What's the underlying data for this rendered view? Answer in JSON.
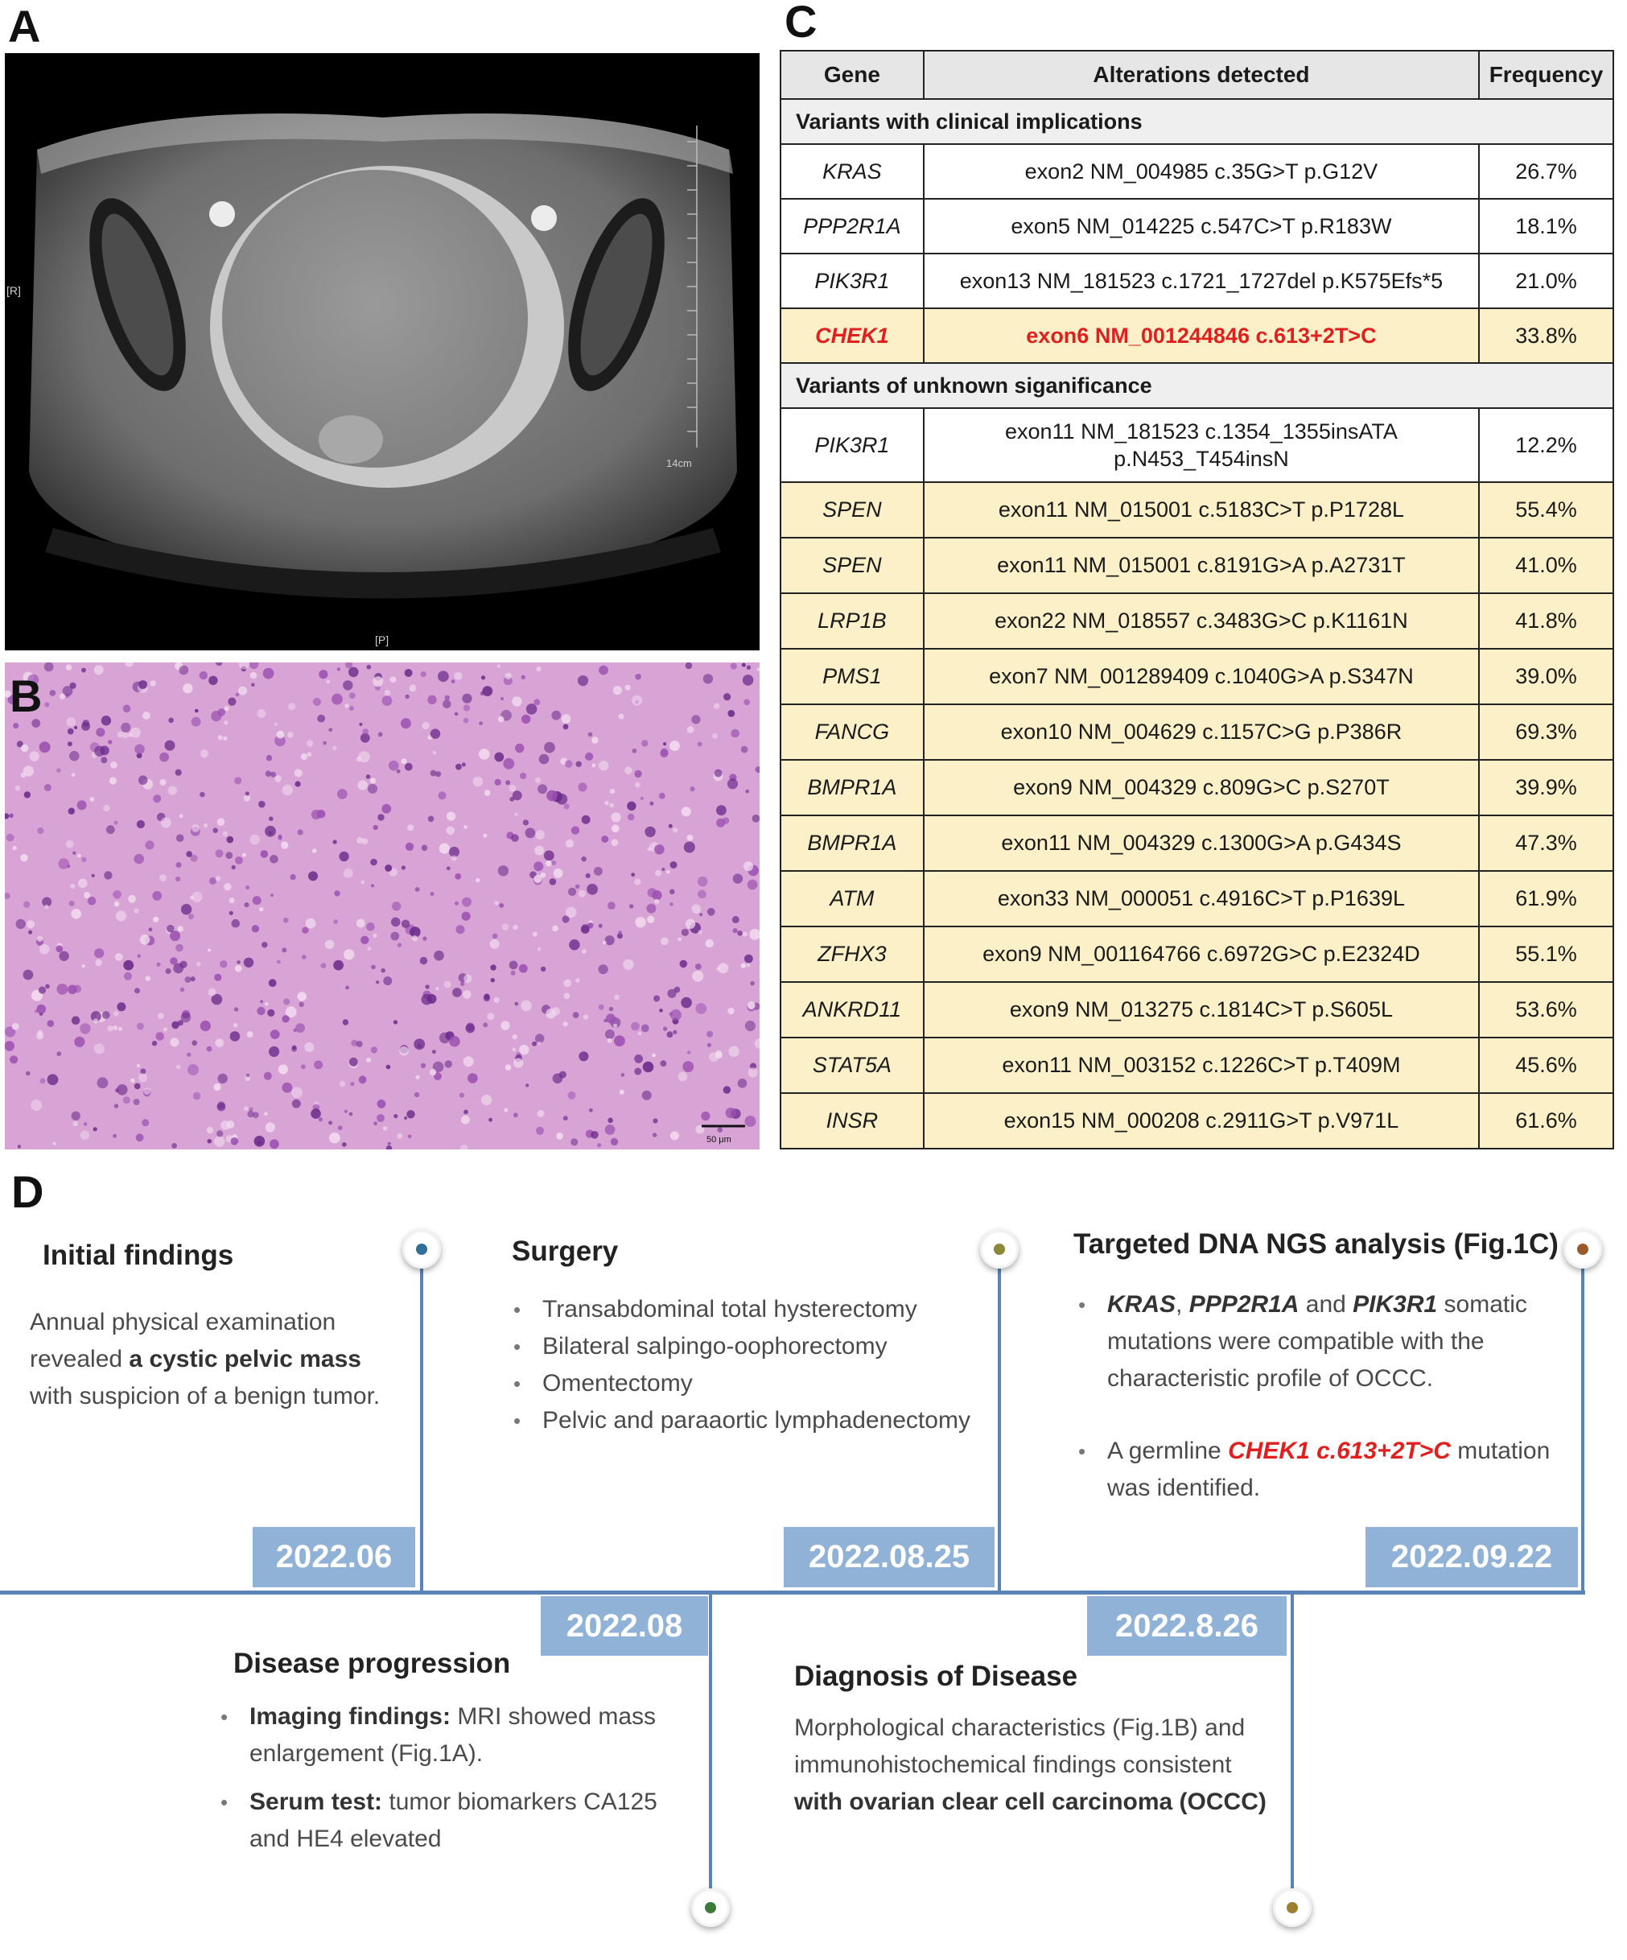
{
  "panels": {
    "a": "A",
    "b": "B",
    "c": "C",
    "d": "D"
  },
  "mri": {
    "left_marker": "[R]",
    "bottom_marker": "[P]",
    "scale_label": "14cm"
  },
  "histology": {
    "scale_label": "50 μm"
  },
  "table": {
    "headers": {
      "gene": "Gene",
      "alterations": "Alterations detected",
      "frequency": "Frequency"
    },
    "section1": "Variants with clinical implications",
    "section2": "Variants of unknown siganificance",
    "rows_clinical": [
      {
        "gene": "KRAS",
        "alt": "exon2 NM_004985 c.35G>T p.G12V",
        "freq": "26.7%"
      },
      {
        "gene": "PPP2R1A",
        "alt": "exon5 NM_014225 c.547C>T p.R183W",
        "freq": "18.1%"
      },
      {
        "gene": "PIK3R1",
        "alt": "exon13 NM_181523 c.1721_1727del p.K575Efs*5",
        "freq": "21.0%"
      },
      {
        "gene": "CHEK1",
        "alt": "exon6 NM_001244846 c.613+2T>C",
        "freq": "33.8%"
      }
    ],
    "rows_unknown": [
      {
        "gene": "PIK3R1",
        "alt_line1": "exon11 NM_181523 c.1354_1355insATA",
        "alt_line2": "p.N453_T454insN",
        "freq": "12.2%"
      },
      {
        "gene": "SPEN",
        "alt": "exon11 NM_015001 c.5183C>T p.P1728L",
        "freq": "55.4%"
      },
      {
        "gene": "SPEN",
        "alt": "exon11 NM_015001 c.8191G>A p.A2731T",
        "freq": "41.0%"
      },
      {
        "gene": "LRP1B",
        "alt": "exon22 NM_018557 c.3483G>C p.K1161N",
        "freq": "41.8%"
      },
      {
        "gene": "PMS1",
        "alt": "exon7 NM_001289409 c.1040G>A p.S347N",
        "freq": "39.0%"
      },
      {
        "gene": "FANCG",
        "alt": "exon10 NM_004629 c.1157C>G p.P386R",
        "freq": "69.3%"
      },
      {
        "gene": "BMPR1A",
        "alt": "exon9 NM_004329 c.809G>C p.S270T",
        "freq": "39.9%"
      },
      {
        "gene": "BMPR1A",
        "alt": "exon11 NM_004329 c.1300G>A p.G434S",
        "freq": "47.3%"
      },
      {
        "gene": "ATM",
        "alt": "exon33 NM_000051 c.4916C>T p.P1639L",
        "freq": "61.9%"
      },
      {
        "gene": "ZFHX3",
        "alt": "exon9 NM_001164766 c.6972G>C p.E2324D",
        "freq": "55.1%"
      },
      {
        "gene": "ANKRD11",
        "alt": "exon9 NM_013275 c.1814C>T p.S605L",
        "freq": "53.6%"
      },
      {
        "gene": "STAT5A",
        "alt": "exon11 NM_003152 c.1226C>T p.T409M",
        "freq": "45.6%"
      },
      {
        "gene": "INSR",
        "alt": "exon15 NM_000208 c.2911G>T p.V971L",
        "freq": "61.6%"
      }
    ]
  },
  "timeline": {
    "colors": {
      "line": "#5a84b8",
      "date_box": "#8fb2d6",
      "highlight_red": "#e0201f"
    },
    "dates": {
      "d1": "2022.06",
      "d2": "2022.08",
      "d3": "2022.08.25",
      "d4": "2022.8.26",
      "d5": "2022.09.22"
    },
    "initial": {
      "title": "Initial findings",
      "line1": "Annual physical examination",
      "line2_pre": "revealed ",
      "line2_bold": "a cystic pelvic mass",
      "line3": "with suspicion of a benign tumor."
    },
    "surgery": {
      "title": "Surgery",
      "items": [
        "Transabdominal total hysterectomy",
        "Bilateral salpingo-oophorectomy",
        "Omentectomy",
        "Pelvic and paraaortic lymphadenectomy"
      ]
    },
    "ngs": {
      "title": "Targeted DNA NGS analysis (Fig.1C)",
      "g1": "KRAS",
      "sep1": ", ",
      "g2": "PPP2R1A",
      "and": " and ",
      "g3": "PIK3R1",
      "rest1": " somatic mutations were compatible with the characteristic profile of OCCC.",
      "germ_pre": "A germline ",
      "germ_red": "CHEK1 c.613+2T>C",
      "germ_post": " mutation was identified."
    },
    "progression": {
      "title": "Disease progression",
      "imaging_label": "Imaging findings:",
      "imaging_text": " MRI showed mass enlargement (Fig.1A).",
      "serum_label": "Serum test:",
      "serum_text": " tumor biomarkers CA125 and HE4 elevated"
    },
    "diagnosis": {
      "title": "Diagnosis of Disease",
      "line1": "Morphological characteristics (Fig.1B) and",
      "line2": "immunohistochemical findings consistent",
      "line3_bold": "with ovarian clear cell carcinoma (OCCC)"
    },
    "dot_colors": {
      "d1": "#2f6f9a",
      "d2": "#3d7a3a",
      "d3": "#8a8a3a",
      "d4": "#9a8030",
      "d5": "#9a5a2a"
    }
  }
}
